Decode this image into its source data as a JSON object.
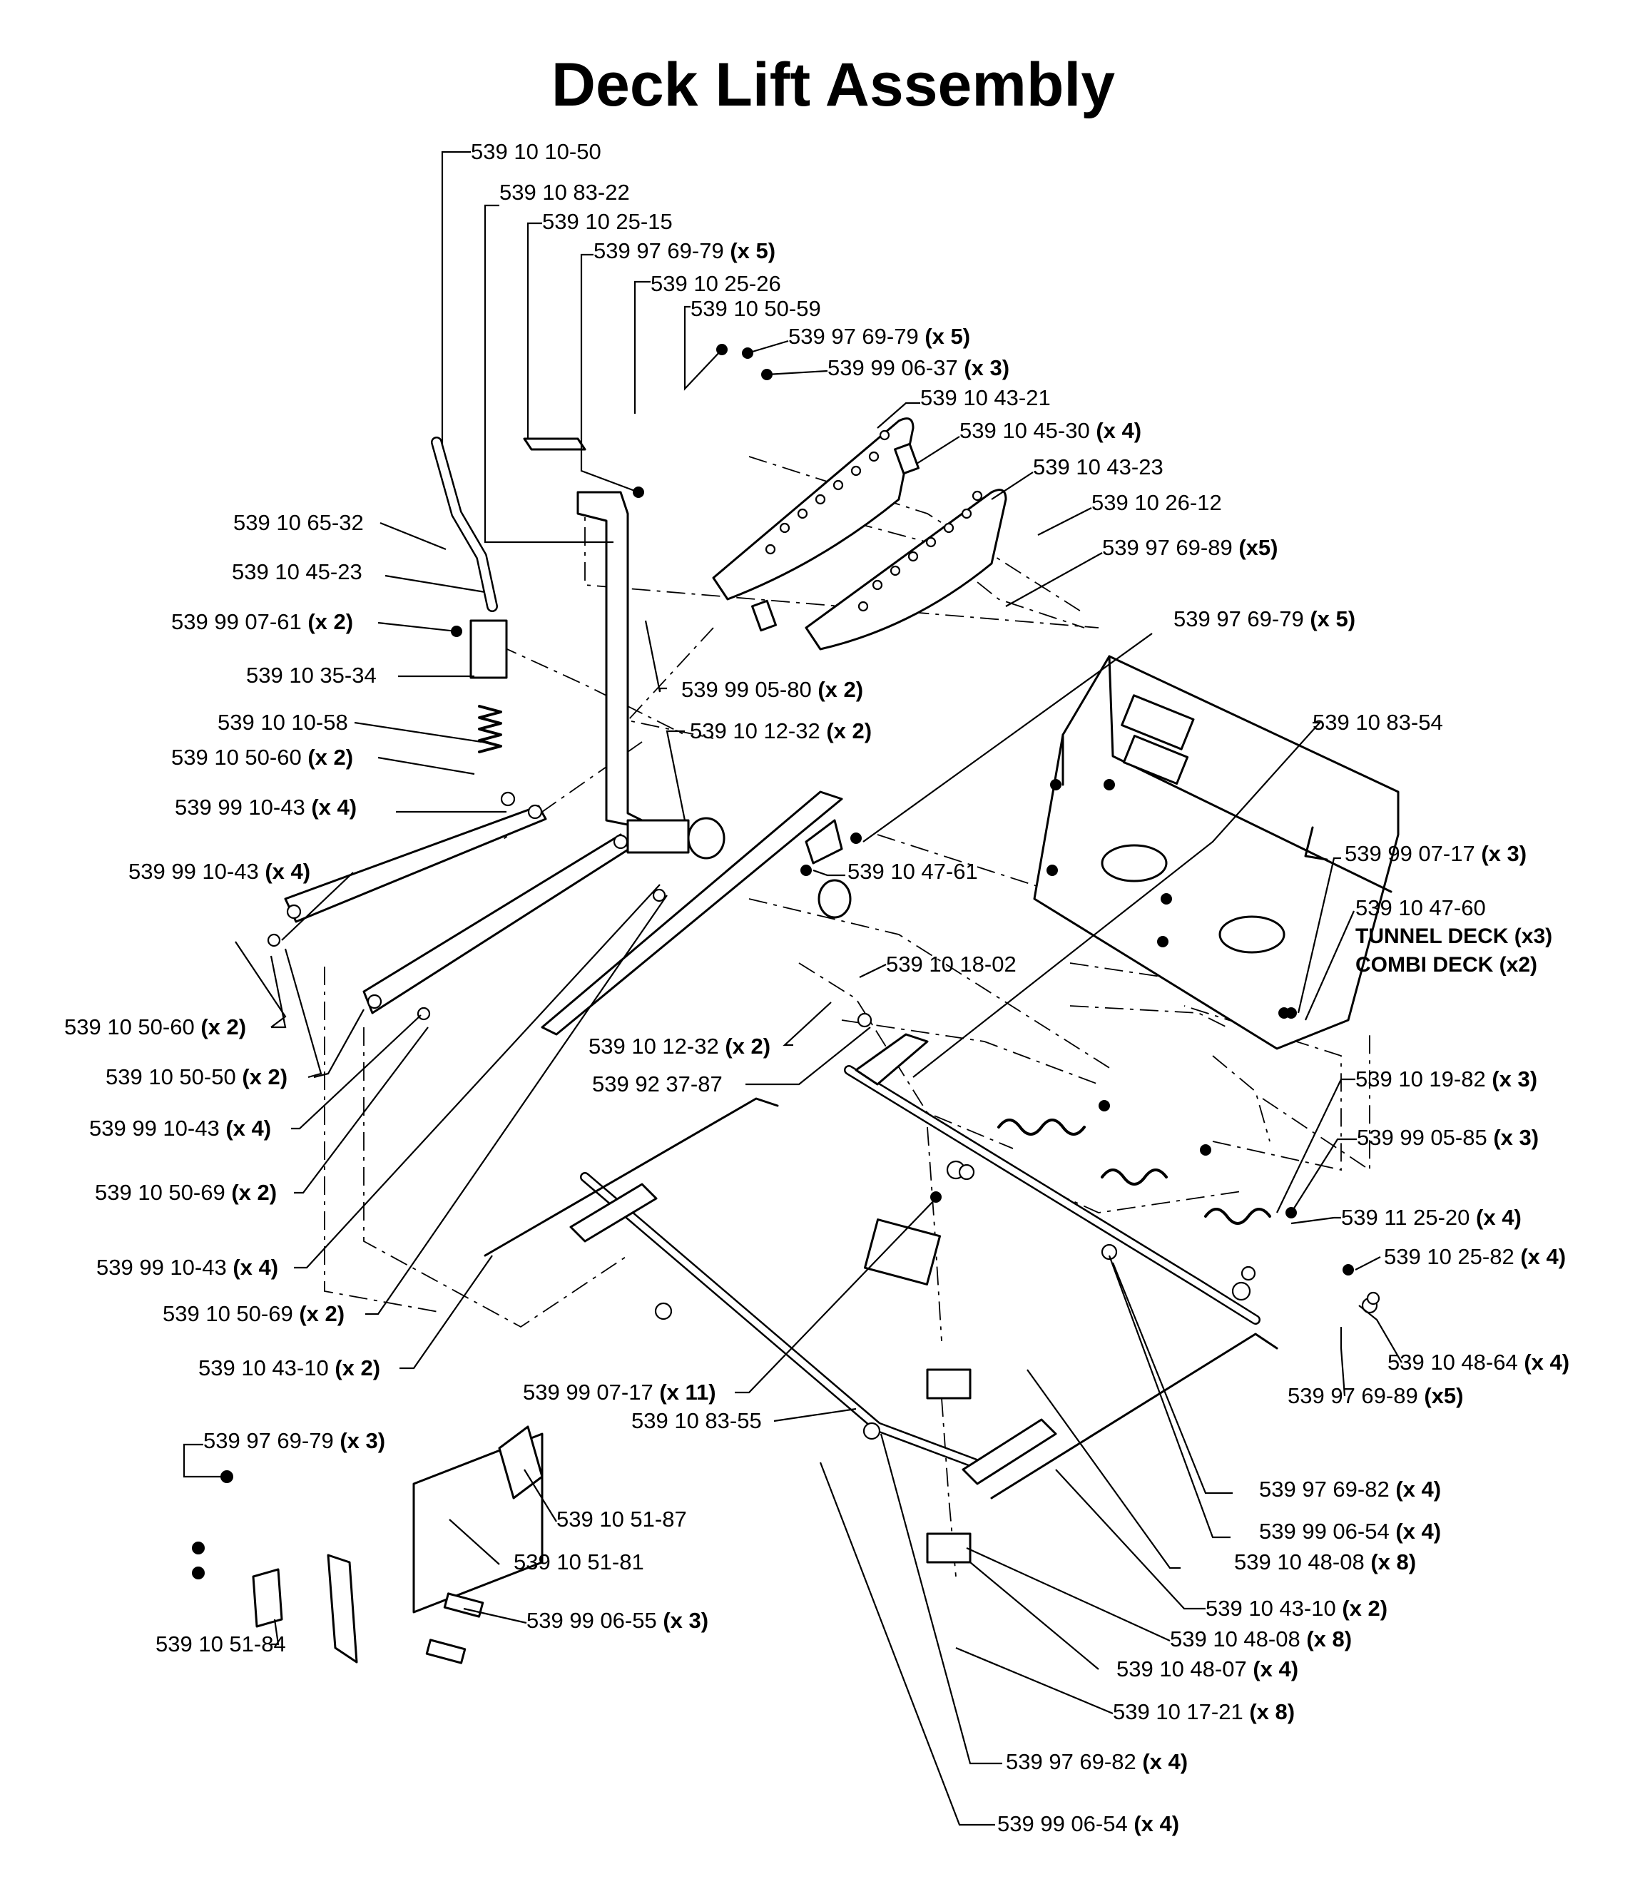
{
  "title": "Deck Lift Assembly",
  "labels": [
    {
      "num": "539 10 10-50",
      "qty": ""
    },
    {
      "num": "539 10 83-22",
      "qty": ""
    },
    {
      "num": "539 10 25-15",
      "qty": ""
    },
    {
      "num": "539 97 69-79",
      "qty": "(x 5)"
    },
    {
      "num": "539 10 25-26",
      "qty": ""
    },
    {
      "num": "539 10 50-59",
      "qty": ""
    },
    {
      "num": "539 97 69-79",
      "qty": "(x 5)"
    },
    {
      "num": "539 99 06-37",
      "qty": "(x 3)"
    },
    {
      "num": "539 10 43-21",
      "qty": ""
    },
    {
      "num": "539 10 45-30",
      "qty": "(x 4)"
    },
    {
      "num": "539 10 43-23",
      "qty": ""
    },
    {
      "num": "539 10 26-12",
      "qty": ""
    },
    {
      "num": "539 97 69-89",
      "qty": "(x5)"
    },
    {
      "num": "539 10 65-32",
      "qty": ""
    },
    {
      "num": "539 10 45-23",
      "qty": ""
    },
    {
      "num": "539 99 07-61",
      "qty": "(x 2)"
    },
    {
      "num": "539 10 35-34",
      "qty": ""
    },
    {
      "num": "539 10 10-58",
      "qty": ""
    },
    {
      "num": "539 10 50-60",
      "qty": "(x 2)"
    },
    {
      "num": "539 99 10-43",
      "qty": "(x 4)"
    },
    {
      "num": "539 99 05-80",
      "qty": "(x 2)"
    },
    {
      "num": "539 10 12-32",
      "qty": "(x 2)"
    },
    {
      "num": "539 97 69-79",
      "qty": "(x 5)"
    },
    {
      "num": "539 10 83-54",
      "qty": ""
    },
    {
      "num": "539 99 10-43",
      "qty": "(x 4)"
    },
    {
      "num": "539 10 47-61",
      "qty": ""
    },
    {
      "num": "539 99 07-17",
      "qty": "(x 3)"
    },
    {
      "num": "539 10 47-60",
      "qty": ""
    },
    {
      "num": "539 10 18-02",
      "qty": ""
    },
    {
      "num": "539 10 50-60",
      "qty": "(x 2)"
    },
    {
      "num": "539 10 12-32",
      "qty": "(x 2)"
    },
    {
      "num": "539 10 50-50",
      "qty": "(x 2)"
    },
    {
      "num": "539 92 37-87",
      "qty": ""
    },
    {
      "num": "539 10 19-82",
      "qty": "(x 3)"
    },
    {
      "num": "539 99 10-43",
      "qty": "(x 4)"
    },
    {
      "num": "539 99 05-85",
      "qty": "(x 3)"
    },
    {
      "num": "539 10 50-69",
      "qty": "(x 2)"
    },
    {
      "num": "539 11 25-20",
      "qty": "(x 4)"
    },
    {
      "num": "539 10 25-82",
      "qty": "(x 4)"
    },
    {
      "num": "539 99 10-43",
      "qty": "(x 4)"
    },
    {
      "num": "539 10 50-69",
      "qty": "(x 2)"
    },
    {
      "num": "539 10 48-64",
      "qty": "(x 4)"
    },
    {
      "num": "539 10 43-10",
      "qty": "(x 2)"
    },
    {
      "num": "539 97 69-89",
      "qty": "(x5)"
    },
    {
      "num": "539 99 07-17",
      "qty": "(x 11)"
    },
    {
      "num": "539 10 83-55",
      "qty": ""
    },
    {
      "num": "539 97 69-79",
      "qty": "(x 3)"
    },
    {
      "num": "539 10 51-87",
      "qty": ""
    },
    {
      "num": "539 10 51-81",
      "qty": ""
    },
    {
      "num": "539 97 69-82",
      "qty": "(x 4)"
    },
    {
      "num": "539 99 06-54",
      "qty": "(x 4)"
    },
    {
      "num": "539 99 06-55",
      "qty": "(x 3)"
    },
    {
      "num": "539 10 48-08",
      "qty": "(x 8)"
    },
    {
      "num": "539 10 51-84",
      "qty": ""
    },
    {
      "num": "539 10 43-10",
      "qty": "(x 2)"
    },
    {
      "num": "539 10 48-08",
      "qty": "(x 8)"
    },
    {
      "num": "539 10 48-07",
      "qty": "(x 4)"
    },
    {
      "num": "539 10 17-21",
      "qty": "(x 8)"
    },
    {
      "num": "539 97 69-82",
      "qty": "(x 4)"
    },
    {
      "num": "539 99 06-54",
      "qty": "(x 4)"
    }
  ],
  "notes": {
    "tunnel_deck": "TUNNEL DECK (x3)",
    "combi_deck": "COMBI DECK (x2)"
  }
}
